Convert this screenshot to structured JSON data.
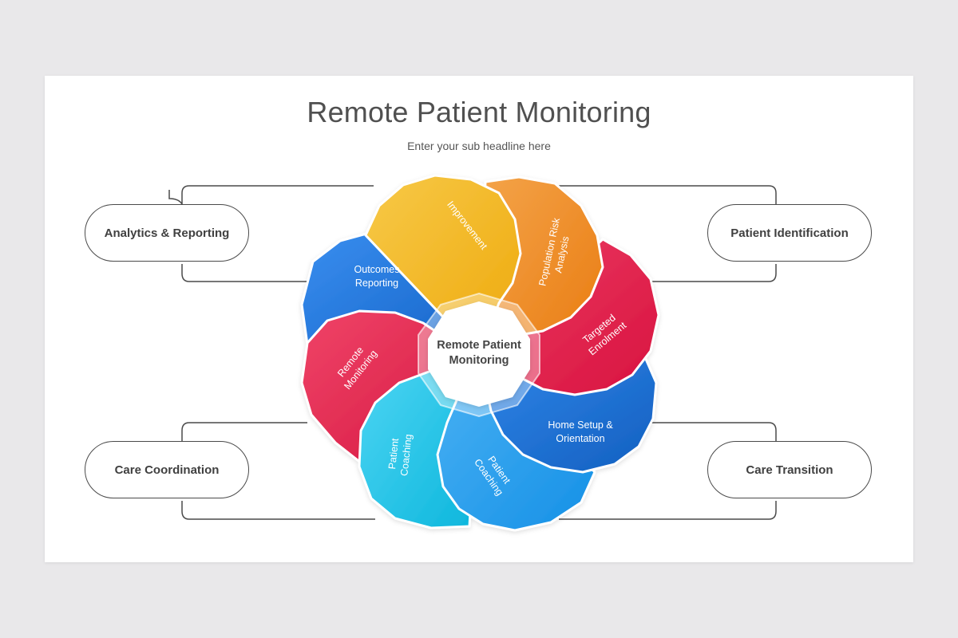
{
  "header": {
    "title": "Remote Patient Monitoring",
    "subtitle": "Enter your sub headline here"
  },
  "center": {
    "line1": "Remote Patient",
    "line2": "Monitoring"
  },
  "side_boxes": {
    "top_left": "Analytics & Reporting",
    "top_right": "Patient Identification",
    "bottom_left": "Care Coordination",
    "bottom_right": "Care Transition"
  },
  "petals": [
    {
      "line1": "Improvement",
      "line2": ""
    },
    {
      "line1": "Population Risk",
      "line2": "Analysis"
    },
    {
      "line1": "Targeted",
      "line2": "Enrolment"
    },
    {
      "line1": "Home Setup &",
      "line2": "Orientation"
    },
    {
      "line1": "Patient",
      "line2": "Coaching"
    },
    {
      "line1": "Patient",
      "line2": "Coaching"
    },
    {
      "line1": "Remote",
      "line2": "Monitoring"
    },
    {
      "line1": "Outcomes",
      "line2": "Reporting"
    }
  ],
  "colors": {
    "yellow": "#f5b921",
    "orange": "#f08a1c",
    "red": "#e31d4f",
    "blue_dark": "#1e6fd2",
    "blue_light": "#1da1ee",
    "cyan": "#1fc3e6",
    "pink_red": "#e61f4d",
    "blue_outcomes": "#1d78de"
  }
}
